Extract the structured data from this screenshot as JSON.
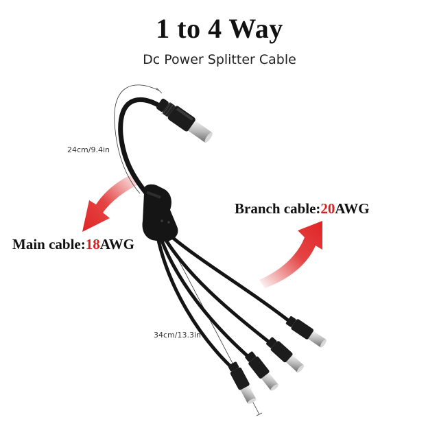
{
  "title": "1 to 4 Way",
  "subtitle": "Dc Power Splitter Cable",
  "main_cable": {
    "prefix": "Main cable:",
    "gauge": "18",
    "suffix": "AWG"
  },
  "branch_cable": {
    "prefix": "Branch cable:",
    "gauge": "20",
    "suffix": "AWG"
  },
  "main_length": "24cm/9.4in",
  "branch_length": "34cm/13.3in",
  "colors": {
    "accent": "#d61f1f",
    "cable": "#111111"
  }
}
